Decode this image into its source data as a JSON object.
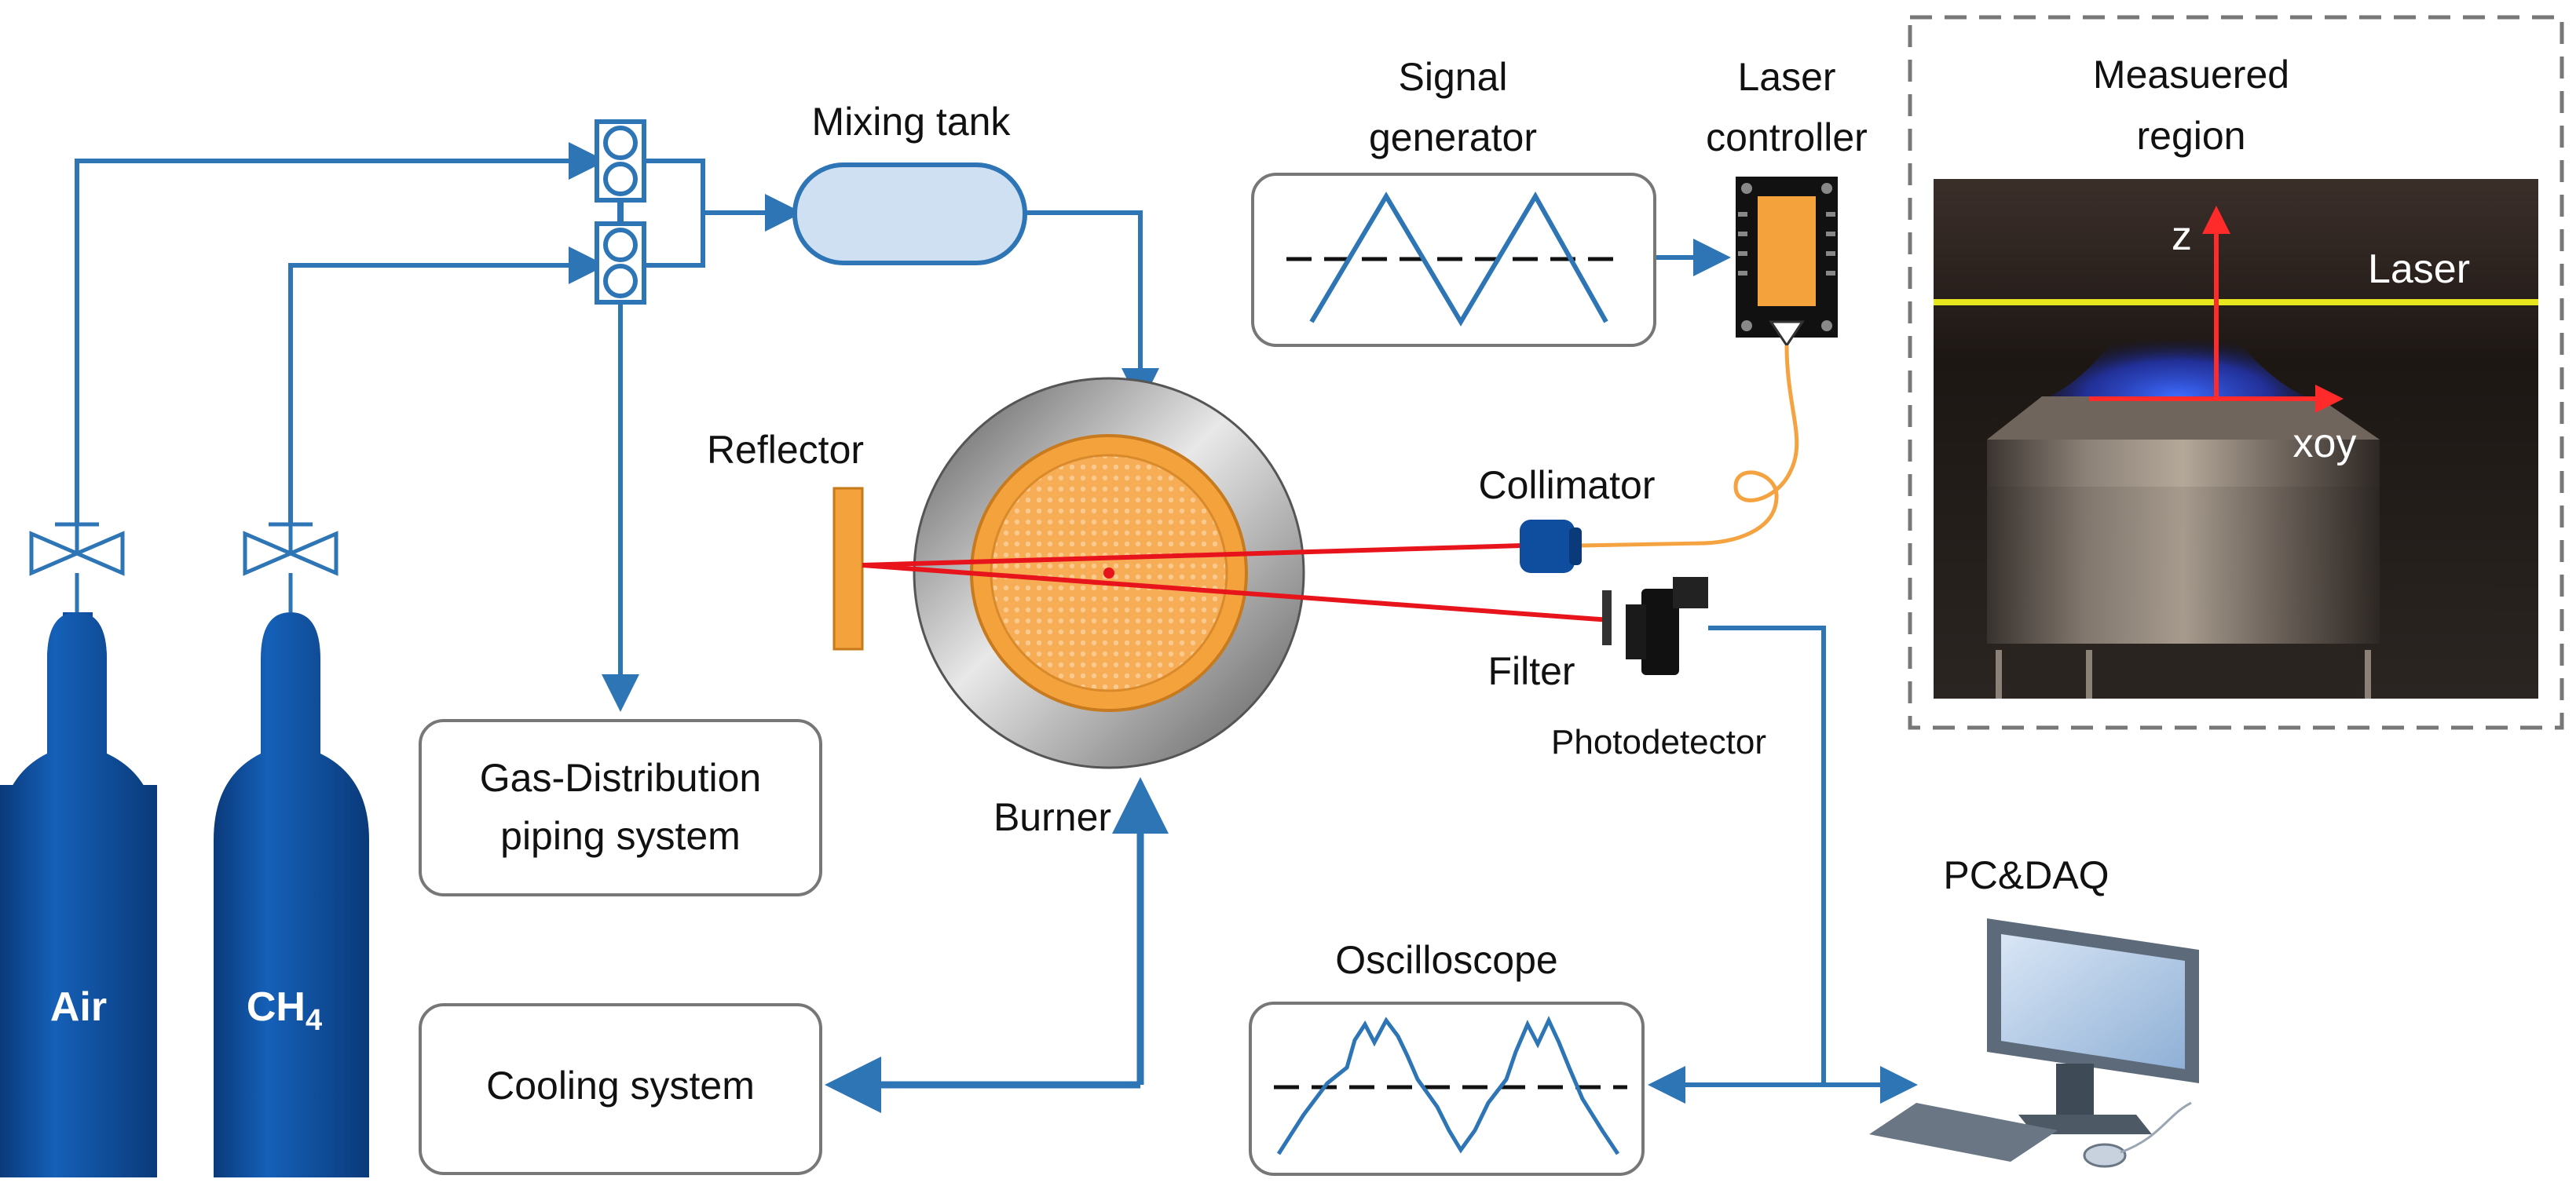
{
  "labels": {
    "air": "Air",
    "ch4_main": "CH",
    "ch4_sub": "4",
    "mixing_tank": "Mixing tank",
    "gas_distribution_line1": "Gas-Distribution",
    "gas_distribution_line2": "piping system",
    "cooling_system": "Cooling system",
    "reflector": "Reflector",
    "burner": "Burner",
    "signal_generator_line1": "Signal",
    "signal_generator_line2": "generator",
    "laser_controller_line1": "Laser",
    "laser_controller_line2": "controller",
    "collimator": "Collimator",
    "filter": "Filter",
    "photodetector": "Photodetector",
    "oscilloscope": "Oscilloscope",
    "pc_daq": "PC&DAQ",
    "measured_region_line1": "Measuered",
    "measured_region_line2": "region",
    "photo_z": "z",
    "photo_laser": "Laser",
    "photo_xoy": "xoy"
  },
  "colors": {
    "pipe_blue": "#2e75b6",
    "cylinder_blue": "#0f4d9e",
    "burner_orange": "#f3a23c",
    "laser_red": "#e8141b",
    "fiber_orange": "#f4a340",
    "box_border": "#777777"
  }
}
